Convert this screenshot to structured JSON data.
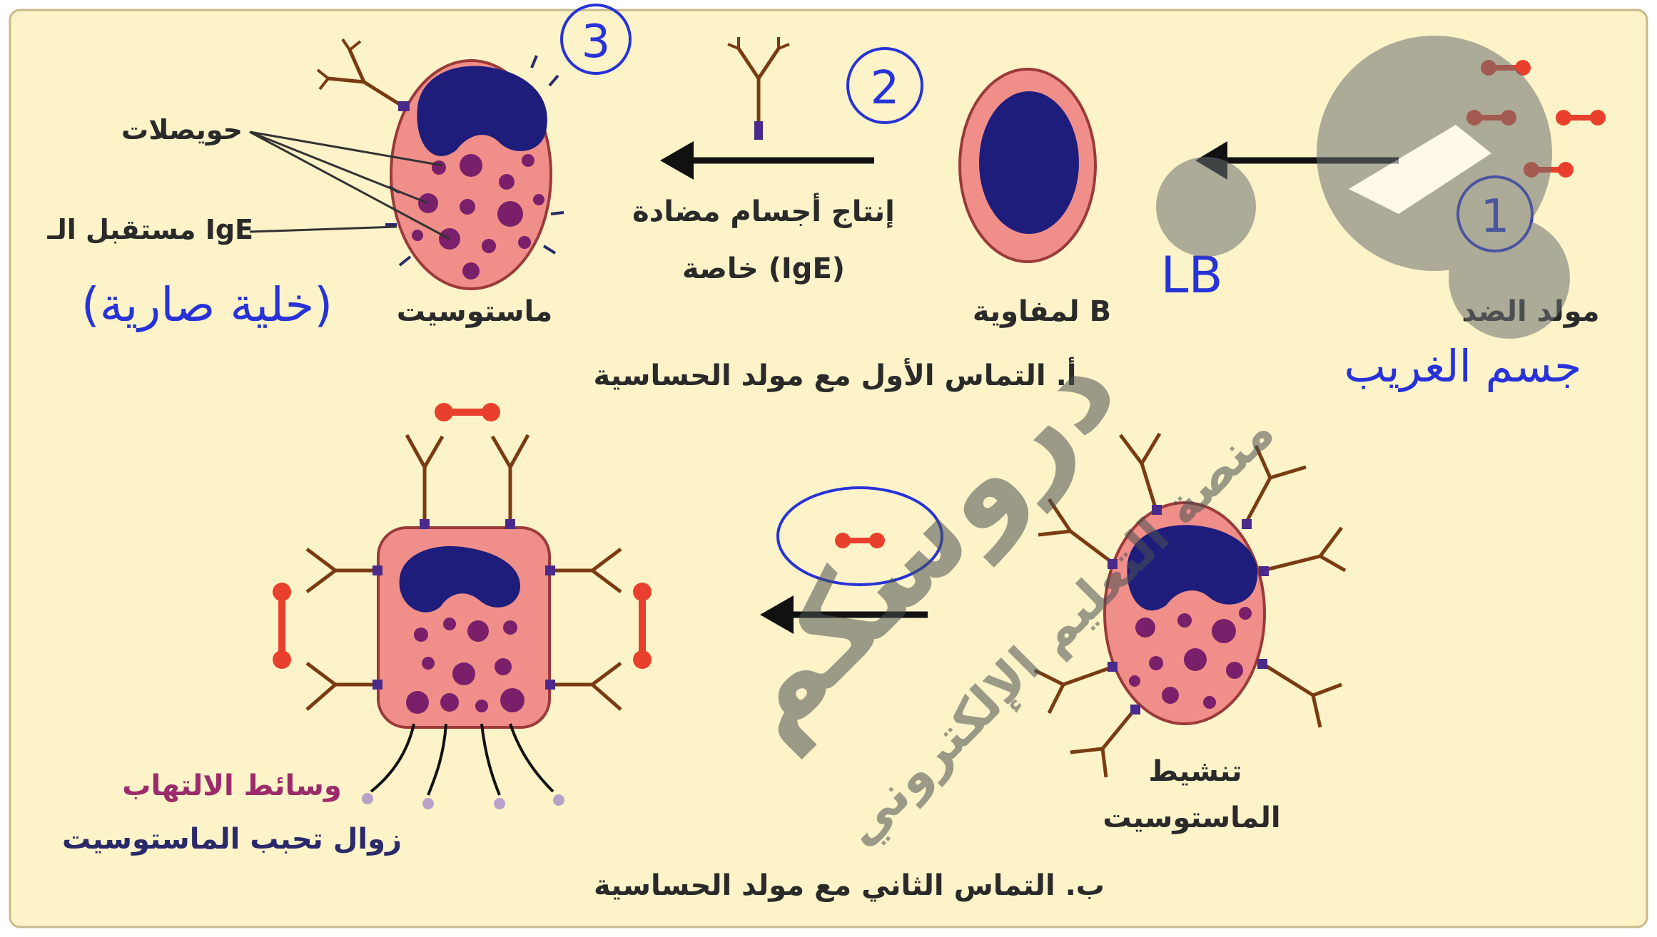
{
  "panel_a": {
    "caption": "أ. التماس الأول مع مولد الحساسية",
    "antigen_label": "مولد الضد",
    "lymphocyte_label": "لمفاوية B",
    "production_line1": "إنتاج أجسام مضادة",
    "production_line2": "خاصة (IgE)",
    "mastocyte_label": "ماستوسيت",
    "vesicles_label": "حويصلات",
    "receptor_label": "مستقبل الـ IgE"
  },
  "panel_b": {
    "caption": "ب. التماس الثاني مع مولد الحساسية",
    "activation_line1": "تنشيط",
    "activation_line2": "الماستوسيت",
    "mediators_label": "وسائط الالتهاب",
    "degranulation_label": "زوال تحبب الماستوسيت"
  },
  "handwritten": {
    "step1": "1",
    "step2": "2",
    "step3": "3",
    "foreign_body": "جسم الغريب",
    "lb": "LB",
    "mast_cell_note": "(خلية صارية)"
  },
  "watermark": {
    "brand": "دروسكم",
    "tagline": "منصة التعليم الإلكتروني"
  },
  "colors": {
    "background": "#fdf3c9",
    "cell_fill": "#f08f8a",
    "cell_stroke": "#9a3a3a",
    "nucleus": "#1f1d7c",
    "granule": "#7a1f6a",
    "antibody": "#7a3b12",
    "antigen": "#e8402c",
    "ink": "#2733d8"
  }
}
